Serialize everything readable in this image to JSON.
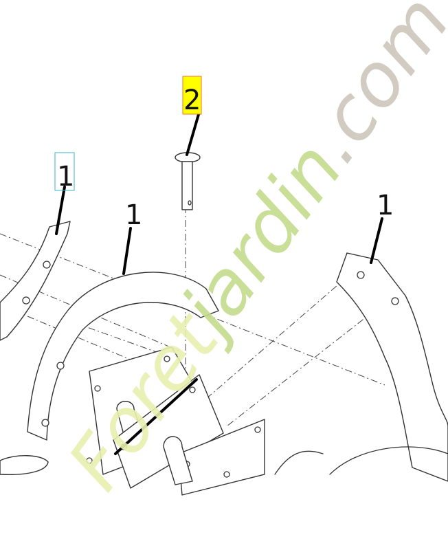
{
  "callouts": [
    {
      "id": "callout-1-boxed",
      "text": "1",
      "box_color": "#3bb3c3"
    },
    {
      "id": "callout-1-center",
      "text": "1"
    },
    {
      "id": "callout-1-right",
      "text": "1"
    },
    {
      "id": "callout-2",
      "text": "2",
      "highlight_color": "#ffff00",
      "box_color": "#e07a3a"
    }
  ],
  "watermark": {
    "part1": "Foret",
    "part2": "jardin",
    "part3": ".com",
    "colors": {
      "part1": "#e8f0b0",
      "part2": "#c4dc8c",
      "part3": "#cdc6bc"
    }
  }
}
